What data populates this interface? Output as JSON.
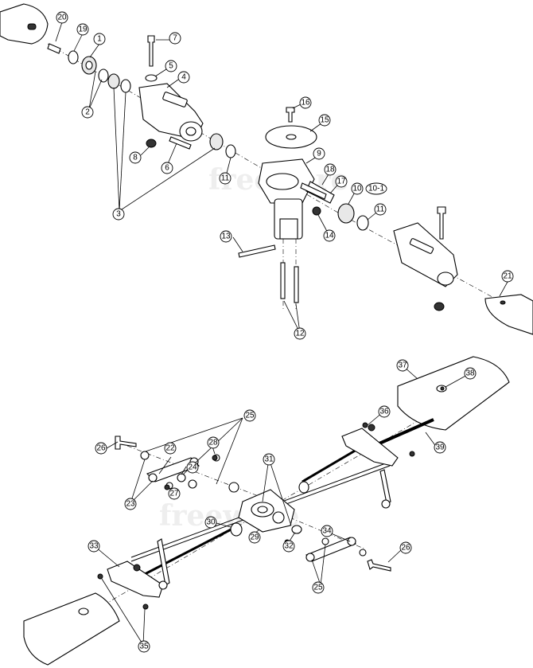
{
  "watermarks": [
    "freeware",
    "freeware"
  ],
  "upper_assembly": {
    "callouts": [
      "20",
      "19",
      "1",
      "2",
      "3",
      "4",
      "5",
      "6",
      "7",
      "8",
      "9",
      "10",
      "10-1",
      "11",
      "11",
      "12",
      "13",
      "14",
      "15",
      "16",
      "17",
      "18",
      "21"
    ]
  },
  "lower_assembly": {
    "callouts": [
      "22",
      "23",
      "24",
      "25",
      "25",
      "26",
      "26",
      "27",
      "28",
      "29",
      "30",
      "31",
      "32",
      "33",
      "34",
      "35",
      "36",
      "37",
      "38",
      "39"
    ]
  }
}
